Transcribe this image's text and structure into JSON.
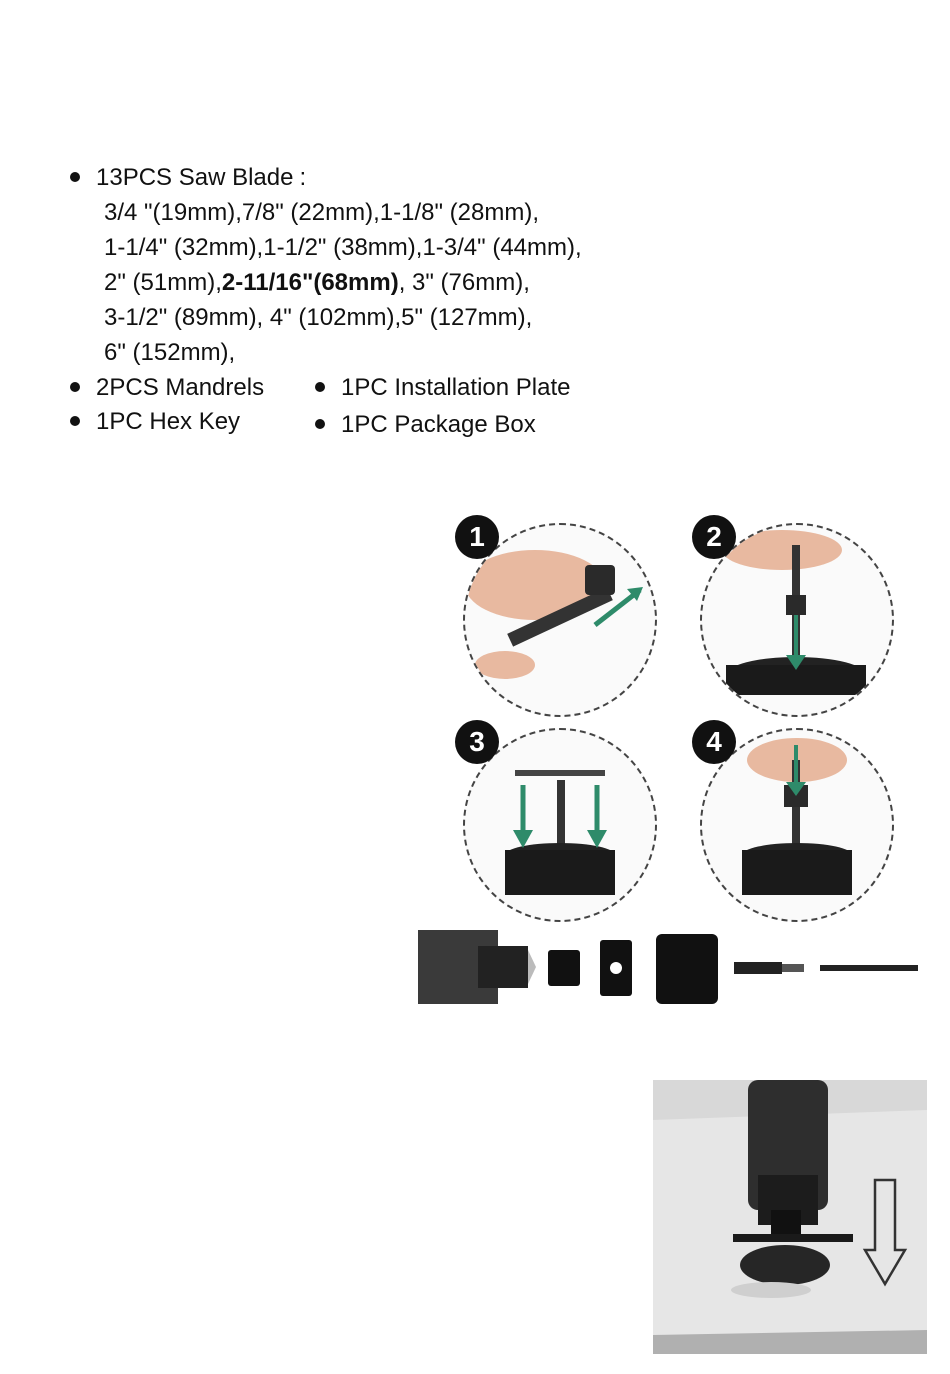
{
  "spec": {
    "saw_blade_title": "13PCS Saw Blade",
    "saw_blade_colon": ":",
    "lines": [
      "3/4 \"(19mm),7/8\" (22mm),1-1/8\" (28mm),",
      "1-1/4\" (32mm),1-1/2\" (38mm),1-3/4\" (44mm),",
      "3-1/2\" (89mm), 4\" (102mm),5\" (127mm),",
      "6\" (152mm),"
    ],
    "line3_a": "2\" (51mm),",
    "line3_bold": "2-11/16\"(68mm)",
    "line3_c": ",  3\" (76mm),",
    "items": {
      "mandrels": "2PCS Mandrels",
      "hex_key": "1PC Hex Key",
      "install_plate": "1PC Installation Plate",
      "package_box": "1PC Package Box"
    }
  },
  "steps": [
    "1",
    "2",
    "3",
    "4"
  ],
  "colors": {
    "accent": "#2e8b6a",
    "dark": "#111111",
    "metal": "#3a3a3a"
  }
}
